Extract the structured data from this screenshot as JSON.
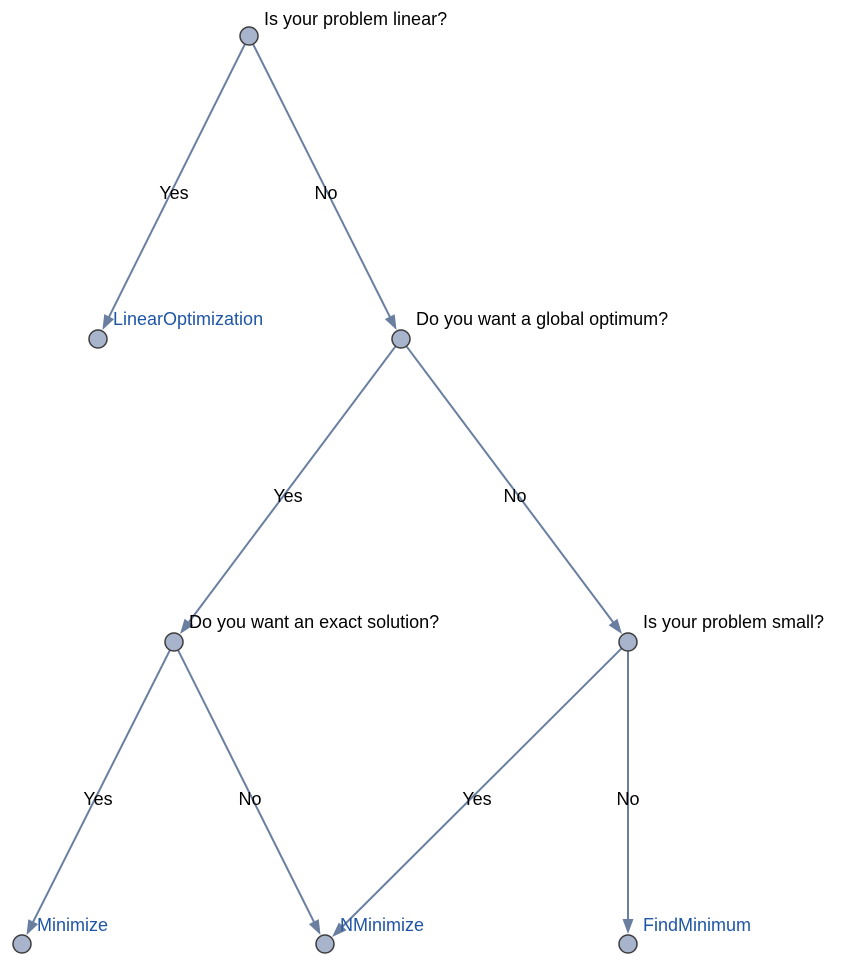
{
  "diagram": {
    "type": "decision-tree",
    "colors": {
      "edge": "#6a7fa0",
      "node_fill": "#a7b4cc",
      "node_stroke": "#3d3d3d",
      "question_text": "#000000",
      "result_text": "#1f56a6"
    },
    "nodes": [
      {
        "id": "q_linear",
        "kind": "question",
        "text": "Is your problem linear?"
      },
      {
        "id": "r_linear_opt",
        "kind": "result",
        "text": "LinearOptimization"
      },
      {
        "id": "q_global",
        "kind": "question",
        "text": "Do you want a global optimum?"
      },
      {
        "id": "q_exact",
        "kind": "question",
        "text": "Do you want an exact solution?"
      },
      {
        "id": "q_small",
        "kind": "question",
        "text": "Is your problem small?"
      },
      {
        "id": "r_minimize",
        "kind": "result",
        "text": "Minimize"
      },
      {
        "id": "r_nminimize",
        "kind": "result",
        "text": "NMinimize"
      },
      {
        "id": "r_findminimum",
        "kind": "result",
        "text": "FindMinimum"
      }
    ],
    "edges": [
      {
        "from": "q_linear",
        "to": "r_linear_opt",
        "label": "Yes"
      },
      {
        "from": "q_linear",
        "to": "q_global",
        "label": "No"
      },
      {
        "from": "q_global",
        "to": "q_exact",
        "label": "Yes"
      },
      {
        "from": "q_global",
        "to": "q_small",
        "label": "No"
      },
      {
        "from": "q_exact",
        "to": "r_minimize",
        "label": "Yes"
      },
      {
        "from": "q_exact",
        "to": "r_nminimize",
        "label": "No"
      },
      {
        "from": "q_small",
        "to": "r_nminimize",
        "label": "Yes"
      },
      {
        "from": "q_small",
        "to": "r_findminimum",
        "label": "No"
      }
    ]
  }
}
